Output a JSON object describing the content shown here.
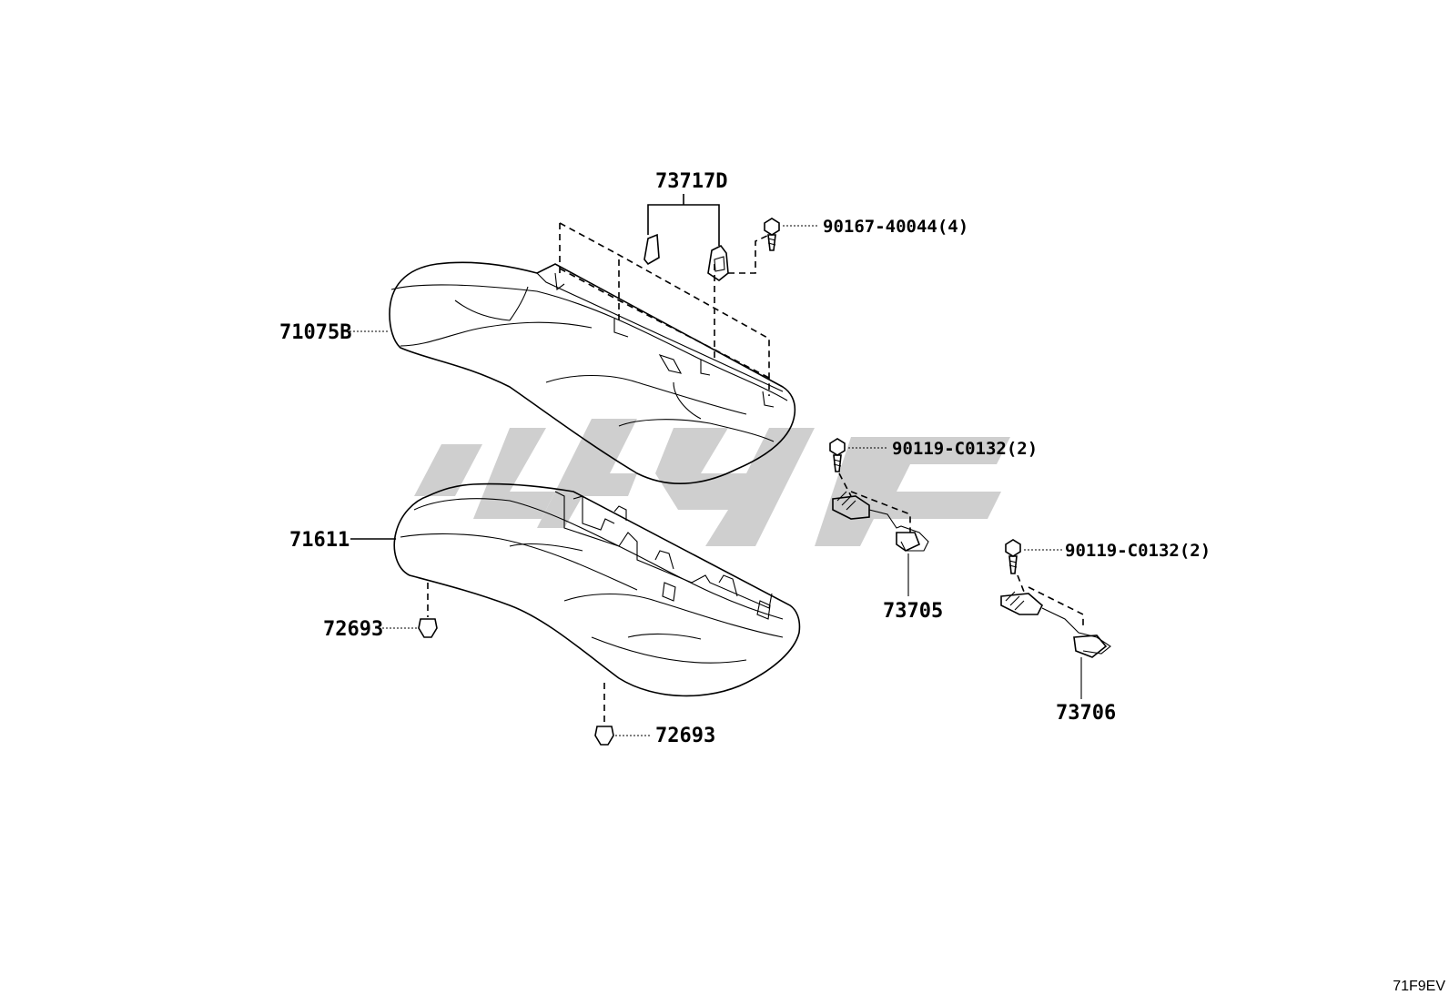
{
  "diagram": {
    "labels": {
      "p73717D": "73717D",
      "p90167": "90167-40044(4)",
      "p71075B": "71075B",
      "p90119a": "90119-C0132(2)",
      "p71611": "71611",
      "p90119b": "90119-C0132(2)",
      "p73705": "73705",
      "p72693a": "72693",
      "p73706": "73706",
      "p72693b": "72693"
    },
    "diagram_code": "71F9EV",
    "watermark_color": "#cfcfcf"
  }
}
